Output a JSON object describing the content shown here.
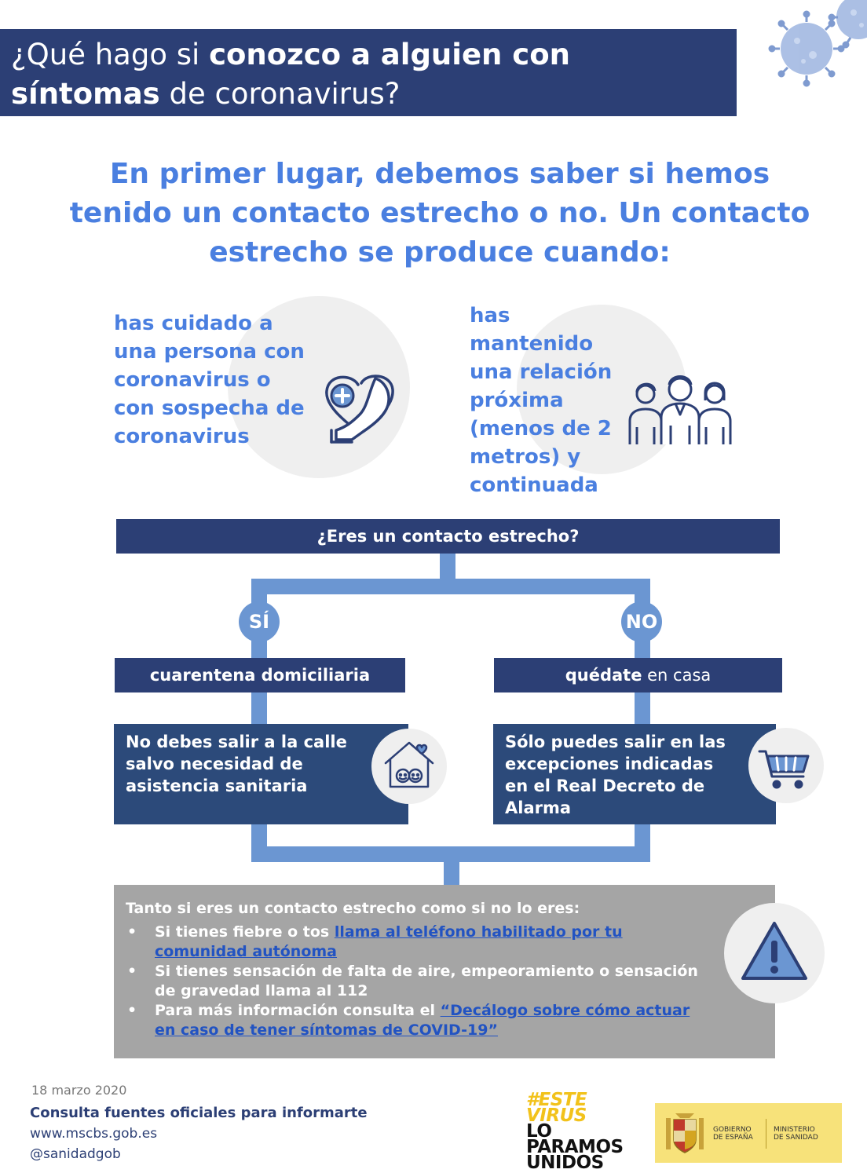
{
  "header": {
    "line1_regular": "¿Qué hago si ",
    "line1_bold": "conozco a alguien con",
    "line2_bold": "síntomas",
    "line2_regular": " de coronavirus?"
  },
  "intro": {
    "lines": [
      "En primer lugar, debemos saber si hemos",
      "tenido un contacto estrecho o no. Un contacto",
      "estrecho se produce cuando:"
    ]
  },
  "criteria": {
    "left": {
      "lines": [
        "has cuidado a",
        "una persona con",
        "coronavirus o",
        "con sospecha de",
        "coronavirus"
      ],
      "icon": "heart-hand-icon"
    },
    "right": {
      "lines": [
        "has",
        "mantenido",
        "una relación",
        "próxima",
        "(menos de 2",
        "metros) y",
        "continuada"
      ],
      "icon": "people-icon"
    }
  },
  "flow": {
    "question": "¿Eres un contacto estrecho?",
    "yes_label": "SÍ",
    "no_label": "NO",
    "yes_action": "cuarentena domiciliaria",
    "no_action_bold": "quédate",
    "no_action_regular": " en casa",
    "yes_detail": [
      "No debes salir a la calle",
      "salvo necesidad de",
      "asistencia sanitaria"
    ],
    "no_detail": [
      "Sólo puedes salir en las",
      "excepciones indicadas",
      "en el Real Decreto de",
      "Alarma"
    ],
    "yes_icon": "house-family-icon",
    "no_icon": "shopping-cart-icon"
  },
  "info": {
    "heading": "Tanto si eres un contacto estrecho como si no lo eres:",
    "bullet_char": "•",
    "bullet1_text": "Si tienes fiebre o tos ",
    "bullet1_link_line1": "llama al teléfono habilitado por tu",
    "bullet1_link_line2": "comunidad autónoma",
    "bullet2_line1": "Si tienes sensación de falta de aire, empeoramiento o sensación",
    "bullet2_line2": "de gravedad llama al 112",
    "bullet3_text": "Para más información consulta el ",
    "bullet3_link_line1": "“Decálogo sobre cómo actuar",
    "bullet3_link_line2": "en caso de tener síntomas de COVID-19”",
    "icon": "warning-icon"
  },
  "footer": {
    "date": "18 marzo 2020",
    "consult": "Consulta fuentes oficiales para informarte",
    "url": "www.mscbs.gob.es",
    "handle": "@sanidadgob",
    "campaign": [
      "#ESTE",
      "VIRUS",
      "LO",
      "PARAMOS",
      "UNIDOS"
    ],
    "gov_line1": "GOBIERNO",
    "gov_line2": "DE ESPAÑA",
    "ministry_line1": "MINISTERIO",
    "ministry_line2": "DE SANIDAD"
  },
  "colors": {
    "navy": "#2c3f75",
    "accent_blue": "#4a7fe0",
    "flow_blue": "#6b96d2",
    "gray_box": "#a5a5a5",
    "link": "#2253c2",
    "gov_yellow": "#f7e27a"
  }
}
